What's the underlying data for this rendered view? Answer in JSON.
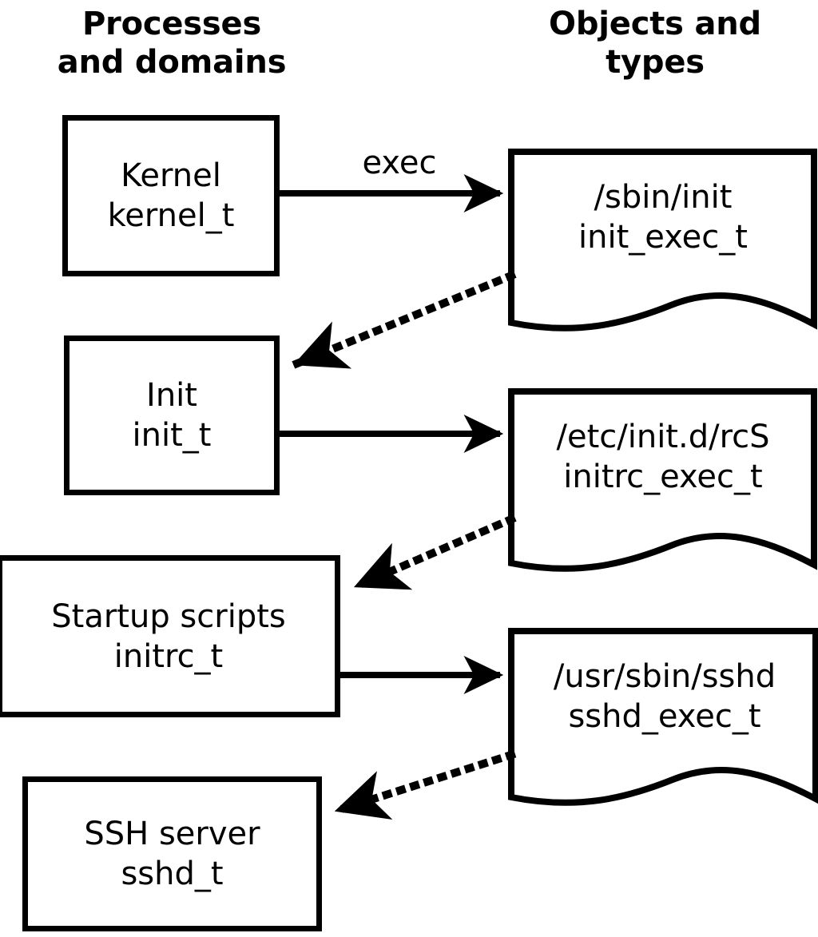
{
  "diagram": {
    "title_columns": {
      "processes": "Processes\nand domains",
      "objects": "Objects and\ntypes"
    },
    "colors": {
      "stroke": "#000000",
      "background": "#ffffff",
      "text": "#000000"
    },
    "process_nodes": [
      {
        "id": "kernel",
        "line1": "Kernel",
        "line2": "kernel_t"
      },
      {
        "id": "init",
        "line1": "Init",
        "line2": "init_t"
      },
      {
        "id": "initrc",
        "line1": "Startup scripts",
        "line2": "initrc_t"
      },
      {
        "id": "sshd",
        "line1": "SSH server",
        "line2": "sshd_t"
      }
    ],
    "object_nodes": [
      {
        "id": "init-exec",
        "line1": "/sbin/init",
        "line2": "init_exec_t"
      },
      {
        "id": "initrc-exec",
        "line1": "/etc/init.d/rcS",
        "line2": "initrc_exec_t"
      },
      {
        "id": "sshd-exec",
        "line1": "/usr/sbin/sshd",
        "line2": "sshd_exec_t"
      }
    ],
    "edges": [
      {
        "id": "kernel-exec-init-exec",
        "from": "kernel",
        "to": "init-exec",
        "style": "solid",
        "label": "exec"
      },
      {
        "id": "init-exec-transition",
        "from": "init-exec",
        "to": "init",
        "style": "dotted",
        "label": ""
      },
      {
        "id": "init-exec-initrc-exec",
        "from": "init",
        "to": "initrc-exec",
        "style": "solid",
        "label": ""
      },
      {
        "id": "initrc-exec-transition",
        "from": "initrc-exec",
        "to": "initrc",
        "style": "dotted",
        "label": ""
      },
      {
        "id": "initrc-exec-sshd-exec",
        "from": "initrc",
        "to": "sshd-exec",
        "style": "solid",
        "label": ""
      },
      {
        "id": "sshd-exec-transition",
        "from": "sshd-exec",
        "to": "sshd",
        "style": "dotted",
        "label": ""
      }
    ]
  }
}
